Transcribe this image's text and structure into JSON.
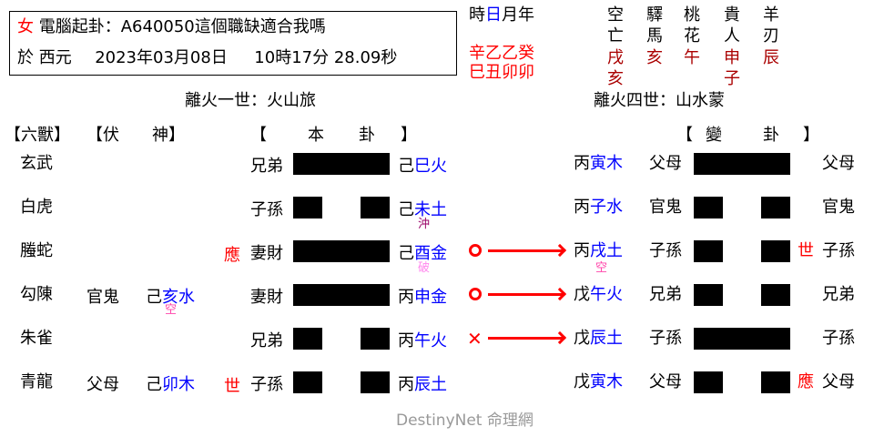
{
  "header": {
    "gender": "女",
    "title": "電腦起卦：A640050這個職缺適合我嗎",
    "date_prefix": "於 西元",
    "date": "2023年03月08日",
    "time": "10時17分 28.09秒"
  },
  "pillars": {
    "labels": [
      "時",
      "日",
      "月",
      "年"
    ],
    "stems": "辛乙乙癸",
    "branches": "巳丑卯卯"
  },
  "spirits": {
    "columns": [
      {
        "top": "空",
        "bottom": "亡",
        "values": [
          "戌",
          "亥"
        ]
      },
      {
        "top": "驛",
        "bottom": "馬",
        "values": [
          "亥"
        ]
      },
      {
        "top": "桃",
        "bottom": "花",
        "values": [
          "午"
        ]
      },
      {
        "top": "貴",
        "bottom": "人",
        "values": [
          "申",
          "子"
        ]
      },
      {
        "top": "羊",
        "bottom": "刃",
        "values": [
          "辰"
        ]
      }
    ]
  },
  "main_hexagram": {
    "title": "離火一世：火山旅"
  },
  "changed_hexagram": {
    "title": "離火四世：山水蒙"
  },
  "column_headers": {
    "animals": "【六獸】",
    "hidden": "【伏　　神】",
    "main_open": "【",
    "main_char1": "本",
    "main_char2": "卦",
    "main_close": "】",
    "changed_open": "【",
    "changed_char1": "變",
    "changed_char2": "卦",
    "changed_close": "】"
  },
  "lines": [
    {
      "animal": "玄武",
      "hidden_relation": "",
      "hidden_stem": "",
      "hidden_branch": "",
      "hidden_mark": "",
      "marker": "",
      "relation": "兄弟",
      "type": "yang",
      "stem": "己",
      "branch": "巳火",
      "sub": "",
      "move": "",
      "c_stem": "丙",
      "c_branch": "寅木",
      "c_sub": "",
      "c_relation": "父母",
      "c_type": "yang",
      "c_marker": "",
      "c_relation2": "父母"
    },
    {
      "animal": "白虎",
      "hidden_relation": "",
      "hidden_stem": "",
      "hidden_branch": "",
      "hidden_mark": "",
      "marker": "",
      "relation": "子孫",
      "type": "yin",
      "stem": "己",
      "branch": "未土",
      "sub": "沖",
      "move": "",
      "c_stem": "丙",
      "c_branch": "子水",
      "c_sub": "",
      "c_relation": "官鬼",
      "c_type": "yin",
      "c_marker": "",
      "c_relation2": "官鬼"
    },
    {
      "animal": "螣蛇",
      "hidden_relation": "",
      "hidden_stem": "",
      "hidden_branch": "",
      "hidden_mark": "",
      "marker": "應",
      "relation": "妻財",
      "type": "yang",
      "stem": "己",
      "branch": "酉金",
      "sub": "破",
      "move": "O",
      "c_stem": "丙",
      "c_branch": "戌土",
      "c_sub": "空",
      "c_relation": "子孫",
      "c_type": "yin",
      "c_marker": "世",
      "c_relation2": "子孫"
    },
    {
      "animal": "勾陳",
      "hidden_relation": "官鬼",
      "hidden_stem": "己",
      "hidden_branch": "亥水",
      "hidden_mark": "空",
      "marker": "",
      "relation": "妻財",
      "type": "yang",
      "stem": "丙",
      "branch": "申金",
      "sub": "",
      "move": "O",
      "c_stem": "戊",
      "c_branch": "午火",
      "c_sub": "",
      "c_relation": "兄弟",
      "c_type": "yin",
      "c_marker": "",
      "c_relation2": "兄弟"
    },
    {
      "animal": "朱雀",
      "hidden_relation": "",
      "hidden_stem": "",
      "hidden_branch": "",
      "hidden_mark": "",
      "marker": "",
      "relation": "兄弟",
      "type": "yin",
      "stem": "丙",
      "branch": "午火",
      "sub": "",
      "move": "X",
      "c_stem": "戊",
      "c_branch": "辰土",
      "c_sub": "",
      "c_relation": "子孫",
      "c_type": "yang",
      "c_marker": "",
      "c_relation2": "子孫"
    },
    {
      "animal": "青龍",
      "hidden_relation": "父母",
      "hidden_stem": "己",
      "hidden_branch": "卯木",
      "hidden_mark": "",
      "marker": "世",
      "relation": "子孫",
      "type": "yin",
      "stem": "丙",
      "branch": "辰土",
      "sub": "",
      "move": "",
      "c_stem": "戊",
      "c_branch": "寅木",
      "c_sub": "",
      "c_relation": "父母",
      "c_type": "yin",
      "c_marker": "應",
      "c_relation2": "父母"
    }
  ],
  "footer": {
    "brand": "DestinyNet 命理網"
  },
  "colors": {
    "red": "#ff0000",
    "dark_red": "#aa0000",
    "blue": "#0000ff",
    "kong_pink": "#ff44aa",
    "po_pink": "#ff88ee",
    "chong_purple": "#990066",
    "footer_grey": "#999999"
  }
}
